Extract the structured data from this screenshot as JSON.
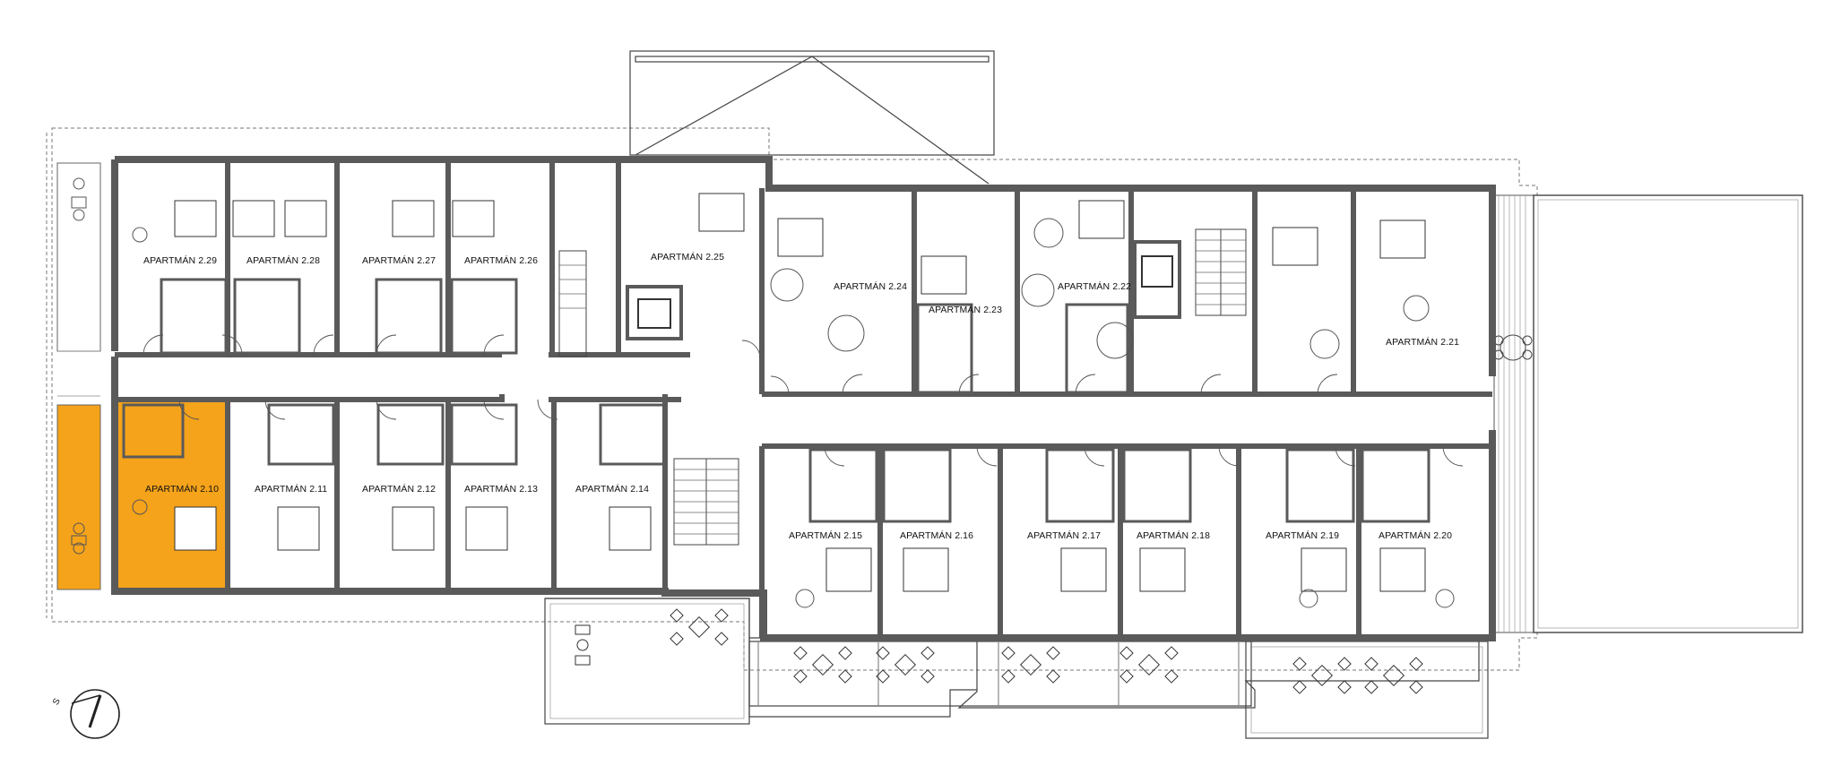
{
  "plan": {
    "highlight_color": "#F5A31A",
    "wall_color": "#5a5a5a",
    "line_color": "#555555",
    "north_label": "S",
    "apartments": [
      {
        "id": "2.29",
        "label": "APARTMÁN 2.29",
        "highlighted": false
      },
      {
        "id": "2.28",
        "label": "APARTMÁN 2.28",
        "highlighted": false
      },
      {
        "id": "2.27",
        "label": "APARTMÁN 2.27",
        "highlighted": false
      },
      {
        "id": "2.26",
        "label": "APARTMÁN 2.26",
        "highlighted": false
      },
      {
        "id": "2.25",
        "label": "APARTMÁN 2.25",
        "highlighted": false
      },
      {
        "id": "2.24",
        "label": "APARTMÁN 2.24",
        "highlighted": false
      },
      {
        "id": "2.23",
        "label": "APARTMÁN 2.23",
        "highlighted": false
      },
      {
        "id": "2.22",
        "label": "APARTMÁN 2.22",
        "highlighted": false
      },
      {
        "id": "2.21",
        "label": "APARTMÁN 2.21",
        "highlighted": false
      },
      {
        "id": "2.10",
        "label": "APARTMÁN 2.10",
        "highlighted": true
      },
      {
        "id": "2.11",
        "label": "APARTMÁN 2.11",
        "highlighted": false
      },
      {
        "id": "2.12",
        "label": "APARTMÁN 2.12",
        "highlighted": false
      },
      {
        "id": "2.13",
        "label": "APARTMÁN 2.13",
        "highlighted": false
      },
      {
        "id": "2.14",
        "label": "APARTMÁN 2.14",
        "highlighted": false
      },
      {
        "id": "2.15",
        "label": "APARTMÁN 2.15",
        "highlighted": false
      },
      {
        "id": "2.16",
        "label": "APARTMÁN 2.16",
        "highlighted": false
      },
      {
        "id": "2.17",
        "label": "APARTMÁN 2.17",
        "highlighted": false
      },
      {
        "id": "2.18",
        "label": "APARTMÁN 2.18",
        "highlighted": false
      },
      {
        "id": "2.19",
        "label": "APARTMÁN 2.19",
        "highlighted": false
      },
      {
        "id": "2.20",
        "label": "APARTMÁN 2.20",
        "highlighted": false
      }
    ]
  }
}
